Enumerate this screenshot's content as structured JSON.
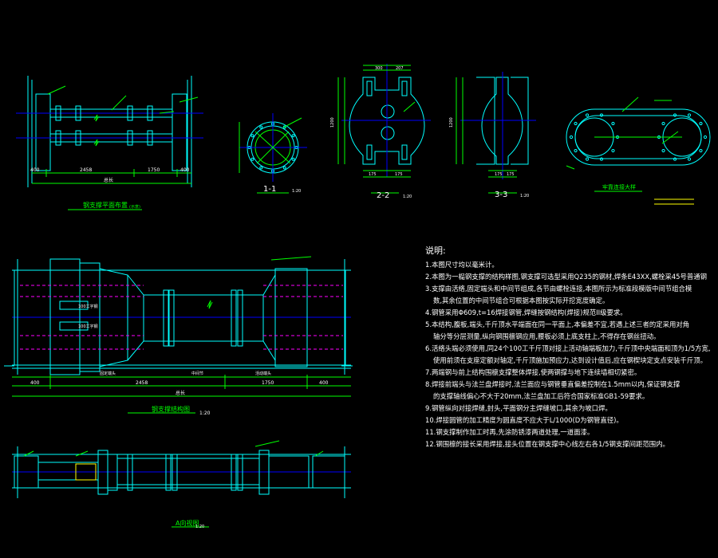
{
  "colors": {
    "background": "#000000",
    "structure": "#00ffff",
    "dimension": "#00ff00",
    "axis": "#0000ff",
    "text": "#ffffff",
    "hidden": "#ff00ff",
    "label": "#ffff00"
  },
  "plan": {
    "title": "钢支撑平面布置",
    "scale": "(示意)",
    "dims": [
      "400",
      "2458",
      "1750",
      "400"
    ],
    "total": "总长"
  },
  "sections": [
    {
      "label": "1-1",
      "scale": "1:20"
    },
    {
      "label": "2-2",
      "scale": "1:20"
    },
    {
      "label": "3-3",
      "scale": "1:20"
    }
  ],
  "section2": {
    "dims_top": [
      "300",
      "207"
    ],
    "dims_bottom": [
      "175",
      "175"
    ],
    "height": "1200"
  },
  "section3": {
    "dims_bottom": [
      "175",
      "175"
    ],
    "height": "1200"
  },
  "detail": {
    "title": "牢靠连接大样"
  },
  "elevation": {
    "title": "钢支撑结构图",
    "scale": "1:20",
    "dims": [
      "400",
      "2458",
      "1750",
      "400"
    ],
    "total": "总长",
    "mid_labels": [
      "固定端头",
      "中间节",
      "活动端头"
    ],
    "callouts": [
      "100工字钢",
      "100工字钢"
    ]
  },
  "view_a": {
    "title": "A向视图",
    "scale": "1:20"
  },
  "notes": {
    "title": "说明:",
    "lines": [
      "1.本图尺寸均以毫米计。",
      "2.本图为一榀钢支撑的结构样图,钢支撑可选型采用Q235的钢材,焊条E43XX,螺栓采45号普通钢",
      "3.支撑由活络,固定端头和中间节组成,各节由螺栓连接,本图所示为标准段模版中间节组合模",
      "   数,其余位置的中间节组合可根据本图按实际开挖宽度确定。",
      "4.钢管采用Φ609,t=16焊接钢管,焊缝按钢结构(焊接)规范II级要求。",
      "5.本结构,腹板,端头,千斤顶水平端面在同一平面上,本偏差不宜,若遇上述三者的定采用对角",
      "   轴分等分层测量,纵向钢围檩钢应用,腰板必须上底支柱上,不得存在钢丝扭动。",
      "6.活络头端必须使用,同24个100工千斤顶对接上活动轴端板加力,千斤顶中央端面和顶为1/5方宽,",
      "   使用前须在支座定额对轴定,千斤顶施加预应力,达到设计值后,应在钢楔块定支点安装千斤顶。",
      "7.两端钢与前上结构围檩支撑整体焊接,使两钢撑与地下连续墙相切紧密。",
      "8.焊接前端头与法兰盘焊接时,法兰面应与钢管垂直偏差控制在1.5mm以内,保证钢支撑",
      "   的支撑轴线偏心不大于20mm,法兰盘加工后符合国家标准GB1-59要求。",
      "9.钢管纵向对接焊缝,封头,平面钢分主焊缝坡口,其余为坡口焊。",
      "10.焊接圆管的加工精度为圆直度不应大于L/1000(D为钢管直径)。",
      "11.钢支撑制作加工时再,先涂防锈漆两道处理,一道面漆。",
      "12.钢围檩的接长采用焊接,接头位置在钢支撑中心线左右各1/5钢支撑间距范围内。"
    ]
  }
}
